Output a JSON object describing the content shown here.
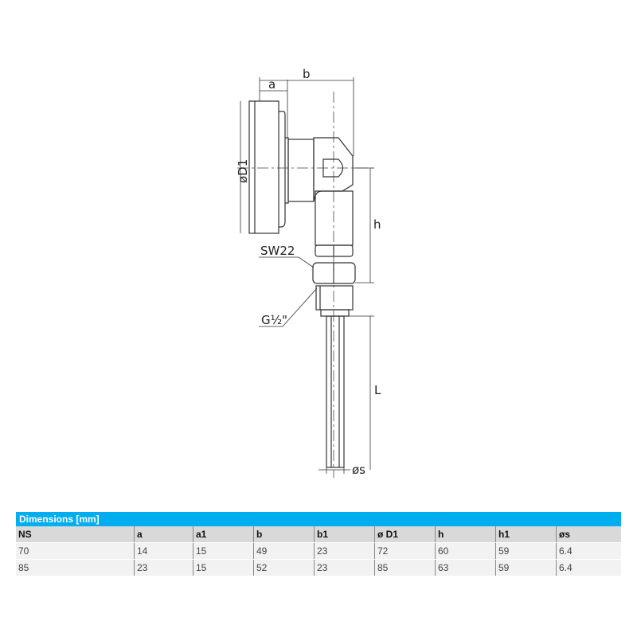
{
  "drawing": {
    "label_a": "a",
    "label_b": "b",
    "label_d1": "øD1",
    "label_h": "h",
    "label_sw": "SW22",
    "label_g": "G½\"",
    "label_l": "L",
    "label_s": "øs"
  },
  "table": {
    "title": "Dimensions [mm]",
    "headers": [
      "NS",
      "a",
      "a1",
      "b",
      "b1",
      "ø D1",
      "h",
      "h1",
      "øs"
    ],
    "rows": [
      [
        "70",
        "14",
        "15",
        "49",
        "23",
        "72",
        "60",
        "59",
        "6.4"
      ],
      [
        "85",
        "23",
        "15",
        "52",
        "23",
        "85",
        "63",
        "59",
        "6.4"
      ]
    ]
  }
}
